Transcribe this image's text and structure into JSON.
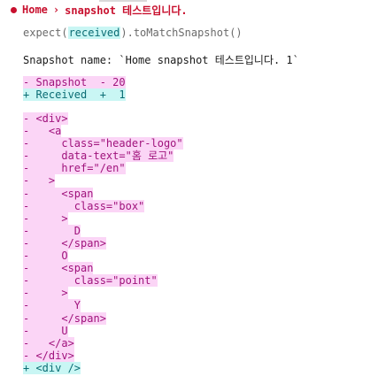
{
  "header": {
    "home": "Home",
    "separator": "›",
    "test_name": "snapshot 테스트입니다."
  },
  "assertion": {
    "prefix": "expect(",
    "received": "received",
    "suffix": ").toMatchSnapshot()"
  },
  "snapshot_name": "Snapshot name: `Home snapshot 테스트입니다. 1`",
  "counts": {
    "snapshot": "- Snapshot  - 20",
    "received": "+ Received  +  1"
  },
  "diff_lines": [
    {
      "sign": "-",
      "text": "- <div>"
    },
    {
      "sign": "-",
      "text": "-   <a"
    },
    {
      "sign": "-",
      "text": "-     class=\"header-logo\""
    },
    {
      "sign": "-",
      "text": "-     data-text=\"홈 로고\""
    },
    {
      "sign": "-",
      "text": "-     href=\"/en\""
    },
    {
      "sign": "-",
      "text": "-   >"
    },
    {
      "sign": "-",
      "text": "-     <span"
    },
    {
      "sign": "-",
      "text": "-       class=\"box\""
    },
    {
      "sign": "-",
      "text": "-     >"
    },
    {
      "sign": "-",
      "text": "-       D"
    },
    {
      "sign": "-",
      "text": "-     </span>"
    },
    {
      "sign": "-",
      "text": "-     O"
    },
    {
      "sign": "-",
      "text": "-     <span"
    },
    {
      "sign": "-",
      "text": "-       class=\"point\""
    },
    {
      "sign": "-",
      "text": "-     >"
    },
    {
      "sign": "-",
      "text": "-       Y"
    },
    {
      "sign": "-",
      "text": "-     </span>"
    },
    {
      "sign": "-",
      "text": "-     U"
    },
    {
      "sign": "-",
      "text": "-   </a>"
    },
    {
      "sign": "-",
      "text": "- </div>"
    },
    {
      "sign": "+",
      "text": "+ <div />"
    }
  ],
  "colors": {
    "fail_red": "#c8102e",
    "minus_bg": "#fbd5f6",
    "plus_bg": "#c9f6f4"
  }
}
